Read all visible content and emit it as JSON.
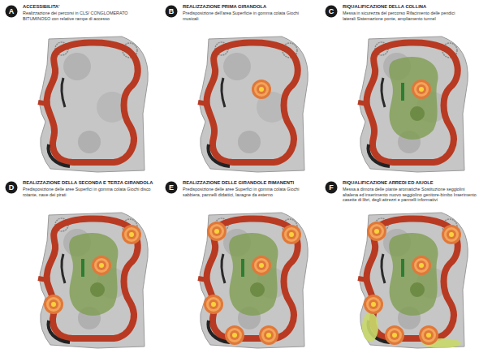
{
  "diagram": {
    "nodes": [
      {
        "text": [
          "A",
          "ACCESSIBILITA'",
          "Realizzazione dei percorsi in CLS/ CONGLOMERATO BITUMINOSO con relative rampe di accesso"
        ]
      },
      {
        "text": [
          "B",
          "REALIZZAZIONE PRIMA GIRANDOLA",
          "Predisposizione dell'area Superficie in gomma colata Giochi musicali"
        ]
      },
      {
        "text": [
          "C",
          "RIQUALIFICAZIONE DELLA COLLINA",
          "Messa in sicurezza del percorso Rifacimento delle pendici laterali Sistemazione ponte, ampliamento tunnel"
        ]
      },
      {
        "text": [
          "D",
          "REALIZZAZIONE DELLA SECONDA E TERZA GIRANDOLA",
          "Predisposizione delle aree Superfici in gomma colata Giochi disco rotante, nave dei pirati"
        ]
      },
      {
        "text": [
          "E",
          "REALIZZAZIONE DELLE GIRANDOLE RIMANENTI",
          "Predisposizione delle aree Superfici in gomma colata Giochi sabbiera, pannelli didattici, lavagne da esterno"
        ]
      },
      {
        "text": [
          "F",
          "RIQUALIFICAZIONE ARREDI ED AIUOLE",
          "Messa a dimora delle piante aromatiche Sostituzione seggiolini altalena ed inserimento nuovo seggiolino genitore-bimbo Inserimento casette di libri, degli attrezzi e pannelli informativi"
        ]
      }
    ]
  }
}
